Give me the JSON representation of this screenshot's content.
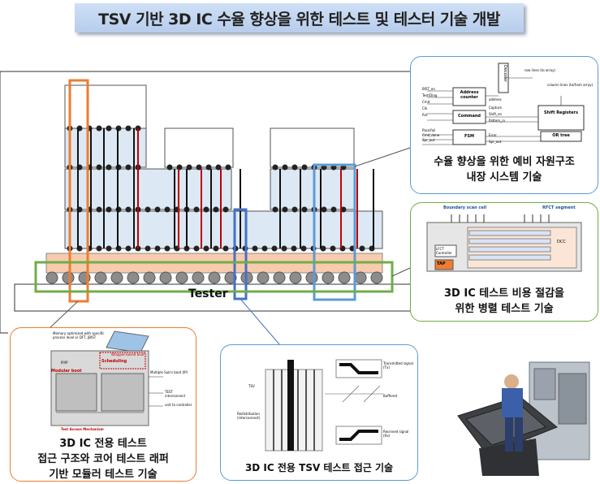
{
  "title": "TSV 기반 3D IC 수율 향상을 위한 테스트 및 테스터 기술 개발",
  "tester_label": "Tester",
  "callouts": {
    "repair": {
      "caption_line1": "수율 향상을 위한 예비 자원구조",
      "caption_line2": "내장 시스템 기술",
      "labels": {
        "decoder": "Decoder",
        "address_counter": "Address counter",
        "command": "Command",
        "fsm": "FSM",
        "shift_registers": "Shift Registers",
        "or_tree": "OR tree",
        "row_lines": "row lines (to array)",
        "column_lines": "column lines (to/from array)",
        "address": "address",
        "capture": "Capture",
        "shift_en": "Shift_en",
        "pattern_in": "Pattern_in",
        "error": "Error",
        "spr_out": "Spr_out",
        "in_bist_en": "BIST_en",
        "in_test_diag": "Test/Diag",
        "in_cmd": "Cmd",
        "in_clk": "Clk",
        "in_rst": "Rst",
        "out_pass_fail": "Pass/fail",
        "out_cmd_done": "Cmd_done",
        "out_spr_out": "Spr_out"
      }
    },
    "parallel": {
      "caption_line1": "3D IC 테스트 비용 절감을",
      "caption_line2": "위한 병렬 테스트 기술",
      "labels": {
        "boundary_scan": "Boundary scan cell",
        "rfct_segment": "RFCT segment",
        "dcc": "DCC",
        "lfct": "LFCT Controller",
        "tap": "TAP"
      }
    },
    "modular": {
      "caption_line1": "3D IC 전용 테스트",
      "caption_line2": "접근 구조와 코어 테스트 래퍼",
      "caption_line3": "기반 모듈러 테스트 기술",
      "labels": {
        "memory_note": "Memory optimized with specific process level or DFT, JBIST",
        "wrapper_boot": "Wrapper-based boot",
        "scheduling": "Scheduling",
        "ip_label": "IP/IP",
        "modular_boot": "Modular boot",
        "multiple_sub_boot": "Multiple Sub's boot (IP)",
        "test_interconnect": "TEST interconnect",
        "unit_to_controller": "unit to controller",
        "tsv_access": "Test Access Mechanism"
      }
    },
    "tsv_access": {
      "caption": "3D IC 전용 TSV 테스트 접근 기술",
      "labels": {
        "tsv": "TSV",
        "redistributed": "Redistribution (interconnect)",
        "transmitted": "Transmitted signal (Tx)",
        "buffered": "Buffered",
        "received": "Received signal (Rx)"
      }
    }
  },
  "colors": {
    "orange": "#ed7d31",
    "blue_box": "#4472c4",
    "blue_callout": "#5b9bd5",
    "green": "#70ad47",
    "red_tsv": "#c00000",
    "die_fill": "#dce8f4",
    "interposer": "#f8cbad"
  }
}
